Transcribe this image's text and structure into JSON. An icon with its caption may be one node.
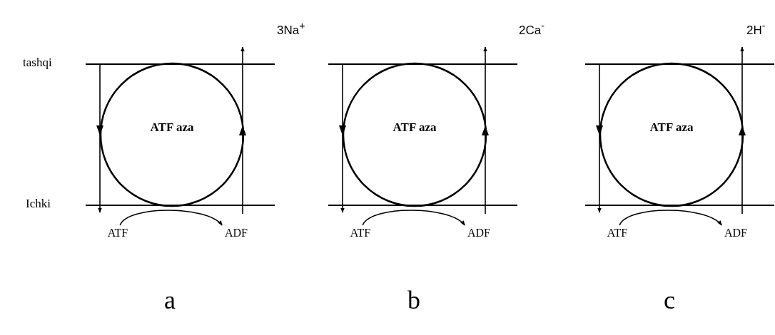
{
  "diagram": {
    "nodes": [
      {
        "text": [
          "ATF aza"
        ]
      },
      {
        "text": [
          "ATF"
        ]
      },
      {
        "text": [
          "ADF"
        ]
      },
      {
        "text": [
          "ATF aza"
        ]
      },
      {
        "text": [
          "ATF"
        ]
      },
      {
        "text": [
          "ADF"
        ]
      },
      {
        "text": [
          "ATF aza"
        ]
      },
      {
        "text": [
          "ATF"
        ]
      },
      {
        "text": [
          "ADF"
        ]
      }
    ],
    "edges": [
      {
        "from": 1,
        "to": 2,
        "arrow": "to"
      },
      {
        "from": 4,
        "to": 5,
        "arrow": "to"
      },
      {
        "from": 7,
        "to": 8,
        "arrow": "to"
      }
    ],
    "labels": [
      "3Na$^{+}$",
      "2Ca$^{-}$",
      "2H$^{-}$",
      "tashqi",
      "Ichki",
      "a",
      "b",
      "c"
    ]
  }
}
